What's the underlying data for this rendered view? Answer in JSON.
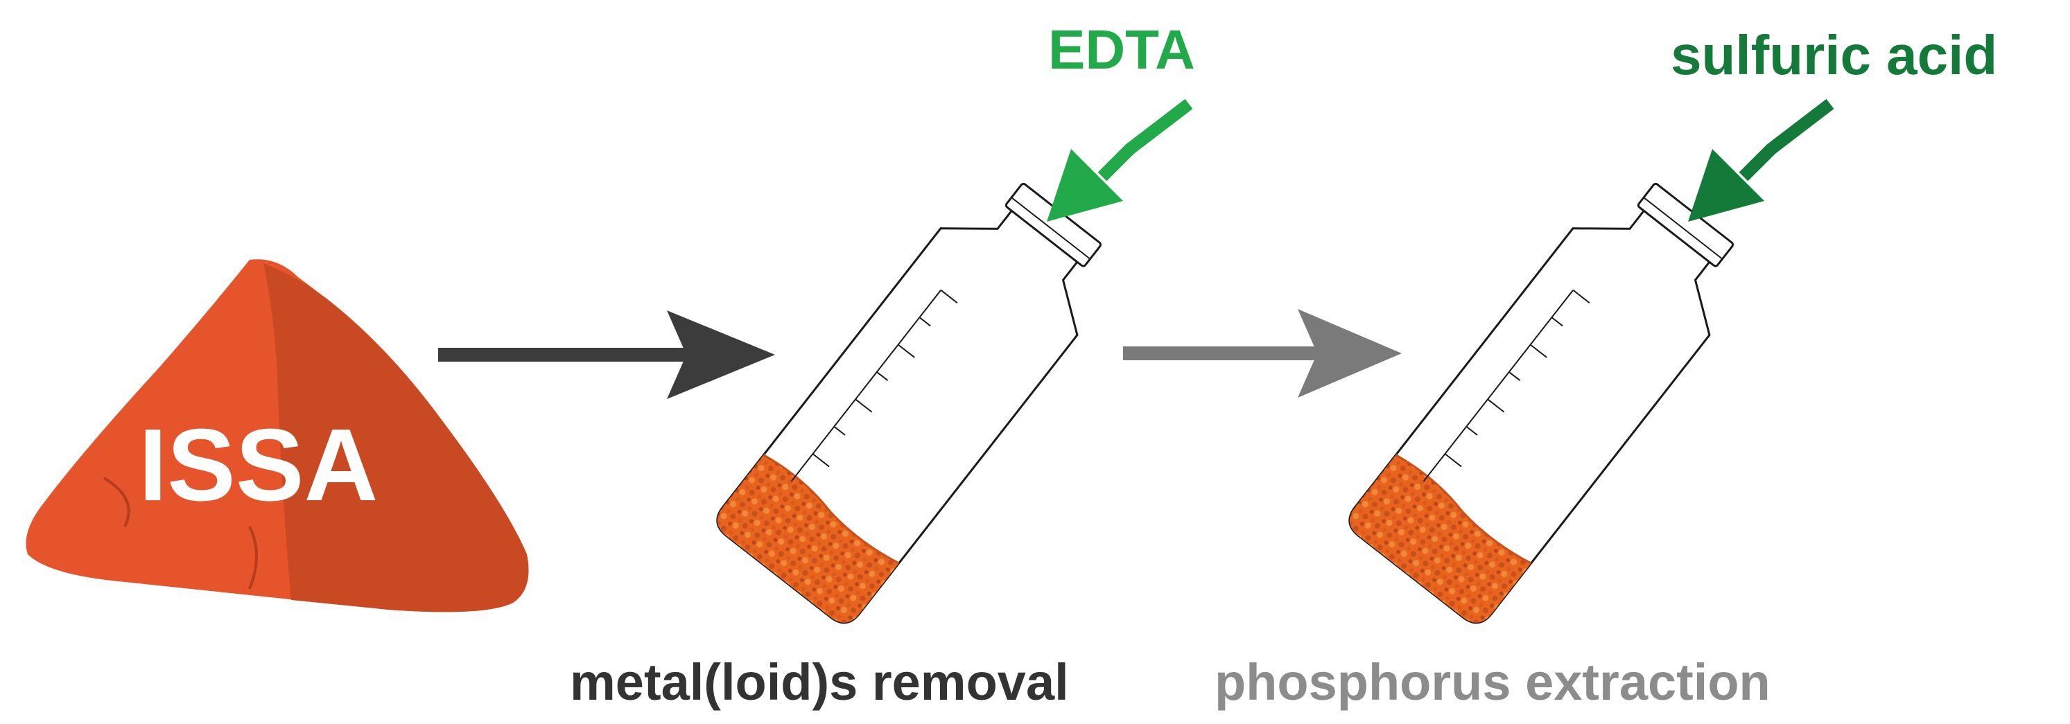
{
  "labels": {
    "issa": "ISSA",
    "reagent_1": "EDTA",
    "reagent_2": "sulfuric acid",
    "step_1": "metal(loid)s removal",
    "step_2": "phosphorus extraction"
  },
  "colors": {
    "ash_light": "#e5542a",
    "ash_dark": "#c94a22",
    "ash_fill": "#e8641e",
    "edta_green": "#22a94a",
    "acid_green": "#137a3a",
    "arrow_dark": "#3c3c3c",
    "arrow_gray": "#7a7a7a",
    "text_dark": "#333333",
    "text_gray": "#8c8c8c",
    "bottle_outline": "#1a1a1a"
  },
  "icons": {
    "pile": "ash-pile-icon",
    "bottle": "tilted-bottle-icon",
    "process_arrow": "right-arrow-icon",
    "reagent_arrow": "bent-arrow-icon"
  }
}
